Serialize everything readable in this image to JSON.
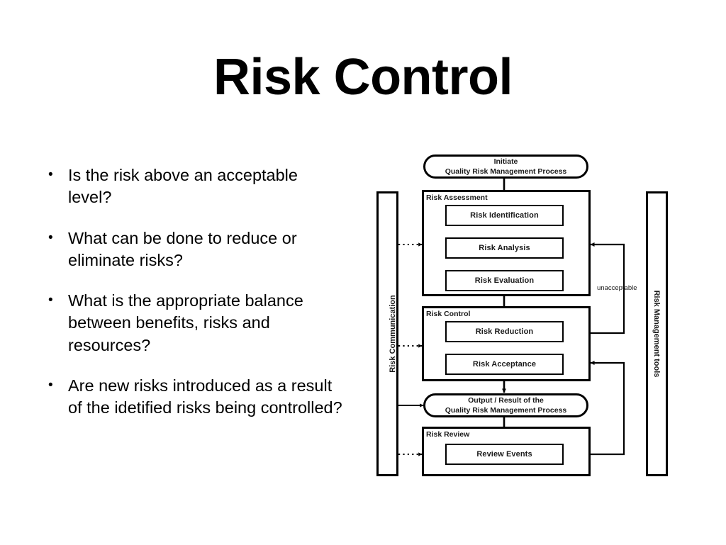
{
  "slide": {
    "title": "Risk Control",
    "bullets": [
      "Is the risk above an acceptable level?",
      "What can be done to reduce or eliminate risks?",
      "What is the appropriate balance between benefits, risks and resources?",
      "Are new risks introduced as a result of the idetified risks being controlled?"
    ],
    "bullet_marker": "•"
  },
  "diagram": {
    "start_node": "Initiate\nQuality Risk Management Process",
    "start_node_line1": "Initiate",
    "start_node_line2": "Quality Risk Management Process",
    "output_node_line1": "Output / Result of the",
    "output_node_line2": "Quality Risk Management Process",
    "groups": [
      {
        "label": "Risk Assessment",
        "steps": [
          "Risk Identification",
          "Risk Analysis",
          "Risk Evaluation"
        ]
      },
      {
        "label": "Risk Control",
        "steps": [
          "Risk Reduction",
          "Risk Acceptance"
        ]
      },
      {
        "label": "Risk Review",
        "steps": [
          "Review Events"
        ]
      }
    ],
    "left_column_label": "Risk Communication",
    "right_column_label": "Risk Management tools",
    "loop_label": "unacceptable",
    "line_color": "#000000",
    "background_color": "#ffffff"
  }
}
